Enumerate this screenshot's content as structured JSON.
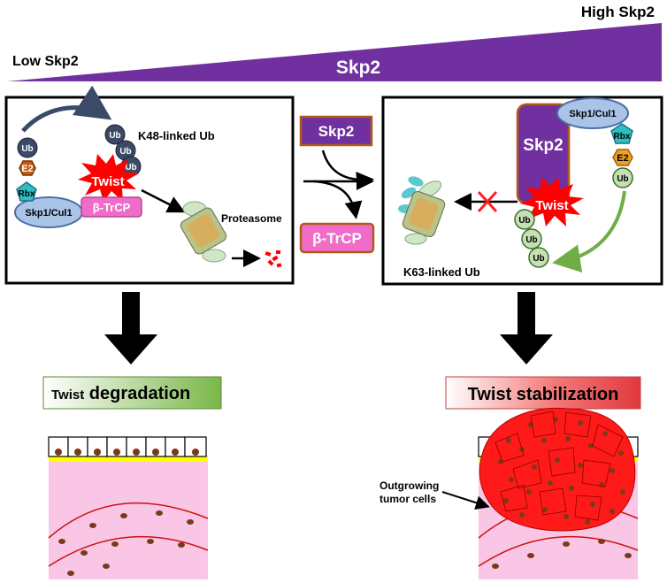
{
  "gradient": {
    "low_label": "Low Skp2",
    "high_label": "High Skp2",
    "center_label": "Skp2"
  },
  "left_panel": {
    "k48_label": "K48-linked Ub",
    "ub_chain": [
      "Ub",
      "Ub",
      "Ub"
    ],
    "ub_single": "Ub",
    "e2": "E2",
    "rbx": "Rbx",
    "skp1_cul1": "Skp1/Cul1",
    "twist": "Twist",
    "btrcp": "β-TrCP",
    "proteasome": "Proteasome"
  },
  "middle": {
    "skp2": "Skp2",
    "btrcp": "β-TrCP"
  },
  "right_panel": {
    "skp2": "Skp2",
    "skp1_cul1": "Skp1/Cul1",
    "rbx": "Rbx",
    "e2": "E2",
    "ub_single": "Ub",
    "twist": "Twist",
    "ub_chain": [
      "Ub",
      "Ub",
      "Ub"
    ],
    "k63_label": "K63-linked Ub"
  },
  "outcomes": {
    "left_prefix": "Twist",
    "left_suffix": " degradation",
    "right": "Twist stabilization",
    "tumor_label_line1": "Outgrowing",
    "tumor_label_line2": "tumor cells"
  },
  "colors": {
    "purple": "#7030a0",
    "ub_fill": "#3b4a66",
    "e2_fill": "#c55a11",
    "rbx_fill": "#2ebfbf",
    "skp_fill": "#a9c4e6",
    "btrcp_fill": "#f06cc8",
    "twist_red": "#ff0000",
    "tissue_pink": "#f9c6e6",
    "green_arrow": "#70ad47"
  }
}
